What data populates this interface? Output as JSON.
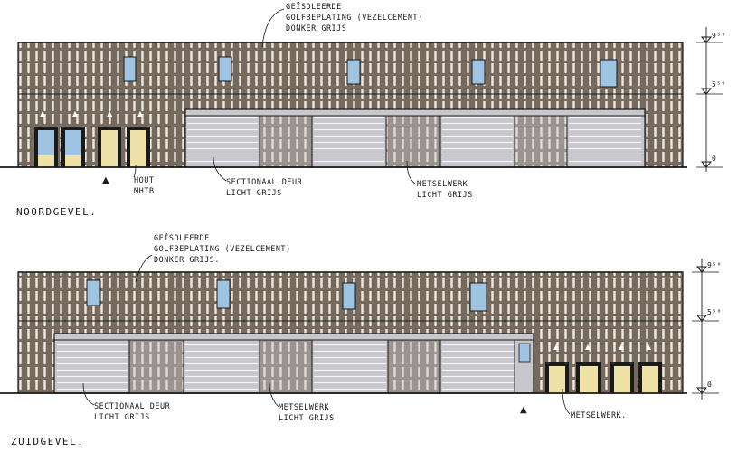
{
  "elevations": [
    {
      "id": "north",
      "title": "NOORDGEVEL.",
      "levels": [
        "9⁵⁰",
        "5⁵⁰",
        "0"
      ],
      "annotations": {
        "cladding": [
          "GEÏSOLEERDE",
          "GOLFBEPLATING (VEZELCEMENT)",
          "DONKER GRIJS"
        ],
        "door": [
          "SECTIONAAL DEUR",
          "LICHT GRIJS"
        ],
        "masonry": [
          "METSELWERK",
          "LICHT GRIJS"
        ],
        "wood": [
          "HOUT",
          "MHTB"
        ]
      }
    },
    {
      "id": "south",
      "title": "ZUIDGEVEL.",
      "levels": [
        "9⁵⁰",
        "5⁵⁰",
        "0"
      ],
      "annotations": {
        "cladding": [
          "GEÏSOLEERDE",
          "GOLFBEPLATING (VEZELCEMENT)",
          "DONKER GRIJS."
        ],
        "door": [
          "SECTIONAAL DEUR",
          "LICHT GRIJS"
        ],
        "masonry": [
          "METSELWERK",
          "LICHT GRIJS"
        ],
        "masonry_small": [
          "METSELWERK."
        ]
      }
    }
  ],
  "colors": {
    "cladding": "#76695e",
    "rib": "#eeeae2",
    "door": "#c8c7cc",
    "glass": "#9fc4e2",
    "wood": "#efe2a6",
    "ink": "#1a1a1a"
  }
}
